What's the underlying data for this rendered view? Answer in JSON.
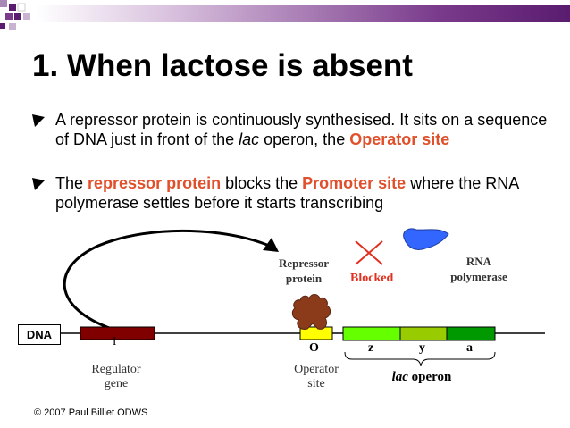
{
  "slide": {
    "title": "1. When lactose is absent",
    "bullets": [
      {
        "t1": "A repressor protein is continuously synthesised. It sits on a sequence of DNA just in front of the ",
        "t2": "lac",
        "t3": " operon, the ",
        "hl1": "Operator site"
      },
      {
        "t1": "The ",
        "hl1": "repressor protein",
        "t2": " blocks the ",
        "hl2": "Promoter site",
        "t3": " where the RNA polymerase settles before it starts transcribing"
      }
    ],
    "copyright": "© 2007 Paul Billiet ODWS"
  },
  "diagram": {
    "dna_label": "DNA",
    "regulator_mark": "I",
    "regulator_label_1": "Regulator",
    "regulator_label_2": "gene",
    "operator_mark": "O",
    "operator_label_1": "Operator",
    "operator_label_2": "site",
    "repressor_label_1": "Repressor",
    "repressor_label_2": "protein",
    "blocked_label": "Blocked",
    "rna_label_1": "RNA",
    "rna_label_2": "polymerase",
    "genes": [
      "z",
      "y",
      "a"
    ],
    "lac_italic": "lac",
    "operon_word": " operon",
    "colors": {
      "regulator": "#800000",
      "operator": "#ffff00",
      "gene_z": "#66ff00",
      "gene_y": "#99cc00",
      "gene_a": "#009900",
      "repressor": "#8b3a1a",
      "polymerase": "#3366ff",
      "blocked": "#e03020"
    }
  }
}
